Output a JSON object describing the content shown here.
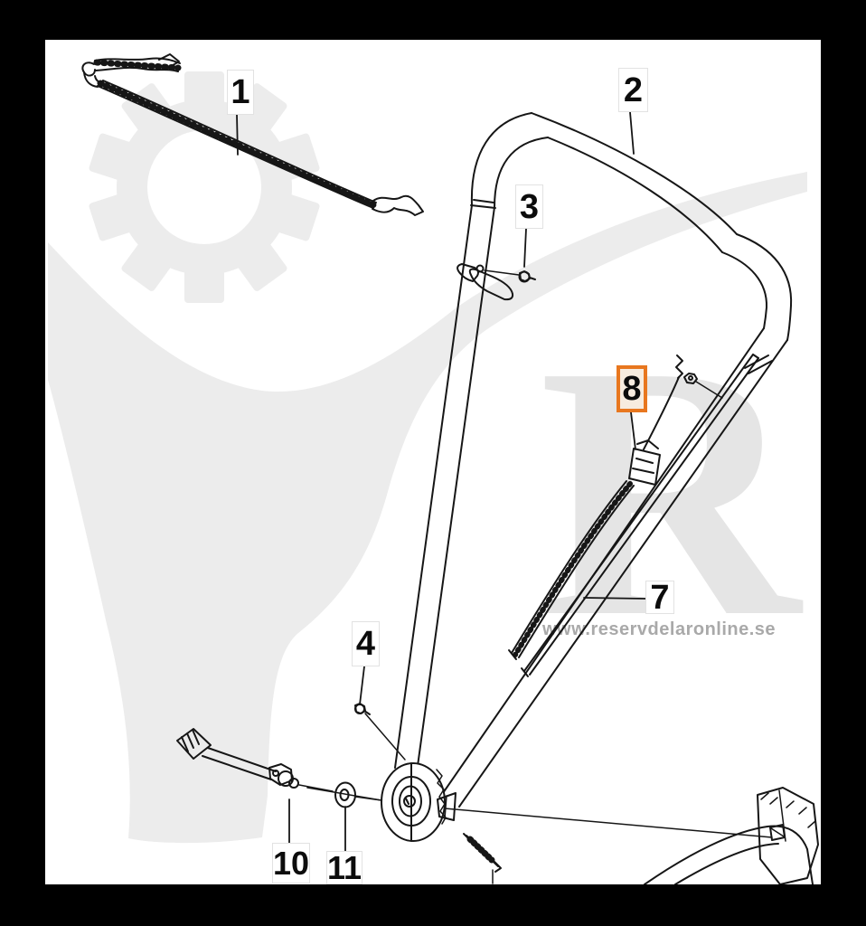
{
  "watermark": {
    "letter": "R",
    "url_text": "www.reservdelaronline.se"
  },
  "colors": {
    "highlight_orange": "#E8771F",
    "line_black": "#161616",
    "watermark_gray": "#ECECEC",
    "watermark_text_gray": "#A9A9A9",
    "frame_black": "#000000",
    "canvas_white": "#FFFFFF"
  },
  "labels": [
    {
      "id": "part-1",
      "text": "1",
      "highlighted": false
    },
    {
      "id": "part-2",
      "text": "2",
      "highlighted": false
    },
    {
      "id": "part-3",
      "text": "3",
      "highlighted": false
    },
    {
      "id": "part-8",
      "text": "8",
      "highlighted": true
    },
    {
      "id": "part-7",
      "text": "7",
      "highlighted": false
    },
    {
      "id": "part-4",
      "text": "4",
      "highlighted": false
    },
    {
      "id": "part-10",
      "text": "10",
      "highlighted": false
    },
    {
      "id": "part-11",
      "text": "11",
      "highlighted": false
    }
  ]
}
